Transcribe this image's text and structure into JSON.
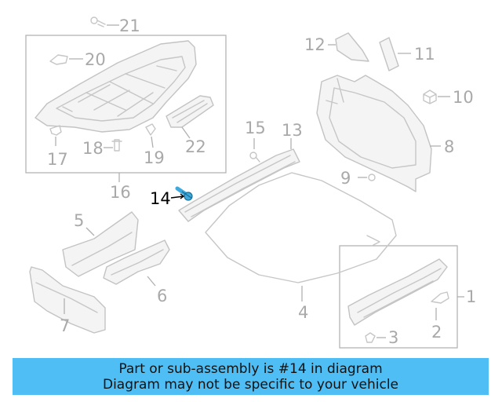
{
  "diagram": {
    "highlight_color": "#3fa9dc",
    "callouts": [
      {
        "id": "c1",
        "label": "1",
        "highlighted": false
      },
      {
        "id": "c2",
        "label": "2",
        "highlighted": false
      },
      {
        "id": "c3",
        "label": "3",
        "highlighted": false
      },
      {
        "id": "c4",
        "label": "4",
        "highlighted": false
      },
      {
        "id": "c5",
        "label": "5",
        "highlighted": false
      },
      {
        "id": "c6",
        "label": "6",
        "highlighted": false
      },
      {
        "id": "c7",
        "label": "7",
        "highlighted": false
      },
      {
        "id": "c8",
        "label": "8",
        "highlighted": false
      },
      {
        "id": "c9",
        "label": "9",
        "highlighted": false
      },
      {
        "id": "c10",
        "label": "10",
        "highlighted": false
      },
      {
        "id": "c11",
        "label": "11",
        "highlighted": false
      },
      {
        "id": "c12",
        "label": "12",
        "highlighted": false
      },
      {
        "id": "c13",
        "label": "13",
        "highlighted": false
      },
      {
        "id": "c14",
        "label": "14",
        "highlighted": true
      },
      {
        "id": "c15",
        "label": "15",
        "highlighted": false
      },
      {
        "id": "c16",
        "label": "16",
        "highlighted": false
      },
      {
        "id": "c17",
        "label": "17",
        "highlighted": false
      },
      {
        "id": "c18",
        "label": "18",
        "highlighted": false
      },
      {
        "id": "c19",
        "label": "19",
        "highlighted": false
      },
      {
        "id": "c20",
        "label": "20",
        "highlighted": false
      },
      {
        "id": "c21",
        "label": "21",
        "highlighted": false
      },
      {
        "id": "c22",
        "label": "22",
        "highlighted": false
      }
    ]
  },
  "caption": {
    "line1": "Part or sub-assembly is #14 in diagram",
    "line2": "Diagram may not be specific to your vehicle",
    "background": "#4fbef4"
  }
}
